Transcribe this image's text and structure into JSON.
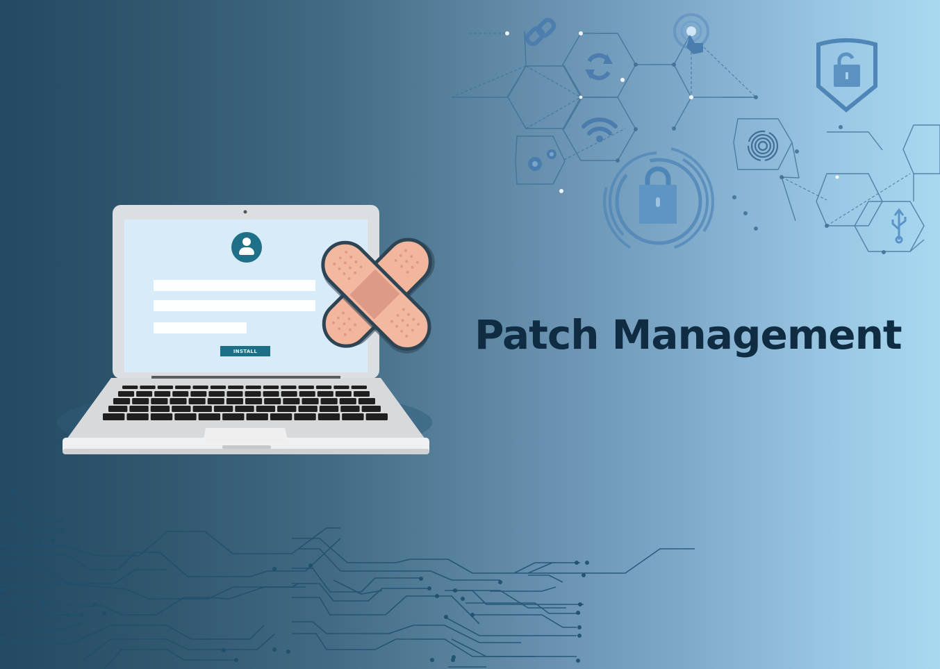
{
  "title": "Patch Management",
  "screen": {
    "install_label": "INSTALL",
    "fields": [
      {
        "name": "username-field",
        "value": ""
      },
      {
        "name": "password-field",
        "value": ""
      },
      {
        "name": "short-field",
        "value": ""
      }
    ],
    "avatar_icon": "user-icon"
  },
  "icons": {
    "top_cluster": [
      "link-icon",
      "refresh-icon",
      "touch-icon",
      "wifi-icon",
      "gears-icon",
      "lock-icon",
      "fingerprint-icon",
      "shield-unlock-icon",
      "usb-icon"
    ]
  },
  "colors": {
    "bg_left": "#234a62",
    "bg_right": "#a8d9f1",
    "title": "#0f2c42",
    "screen": "#d9ecf8",
    "laptop_body": "#dcdcdc",
    "keys": "#1f1f1f",
    "accent_teal": "#1c6f87",
    "bandage": "#f2b69c",
    "bandage_pad": "#dd9a86",
    "bandage_outline": "#2d4454",
    "icon_blue": "#4f86b8"
  }
}
